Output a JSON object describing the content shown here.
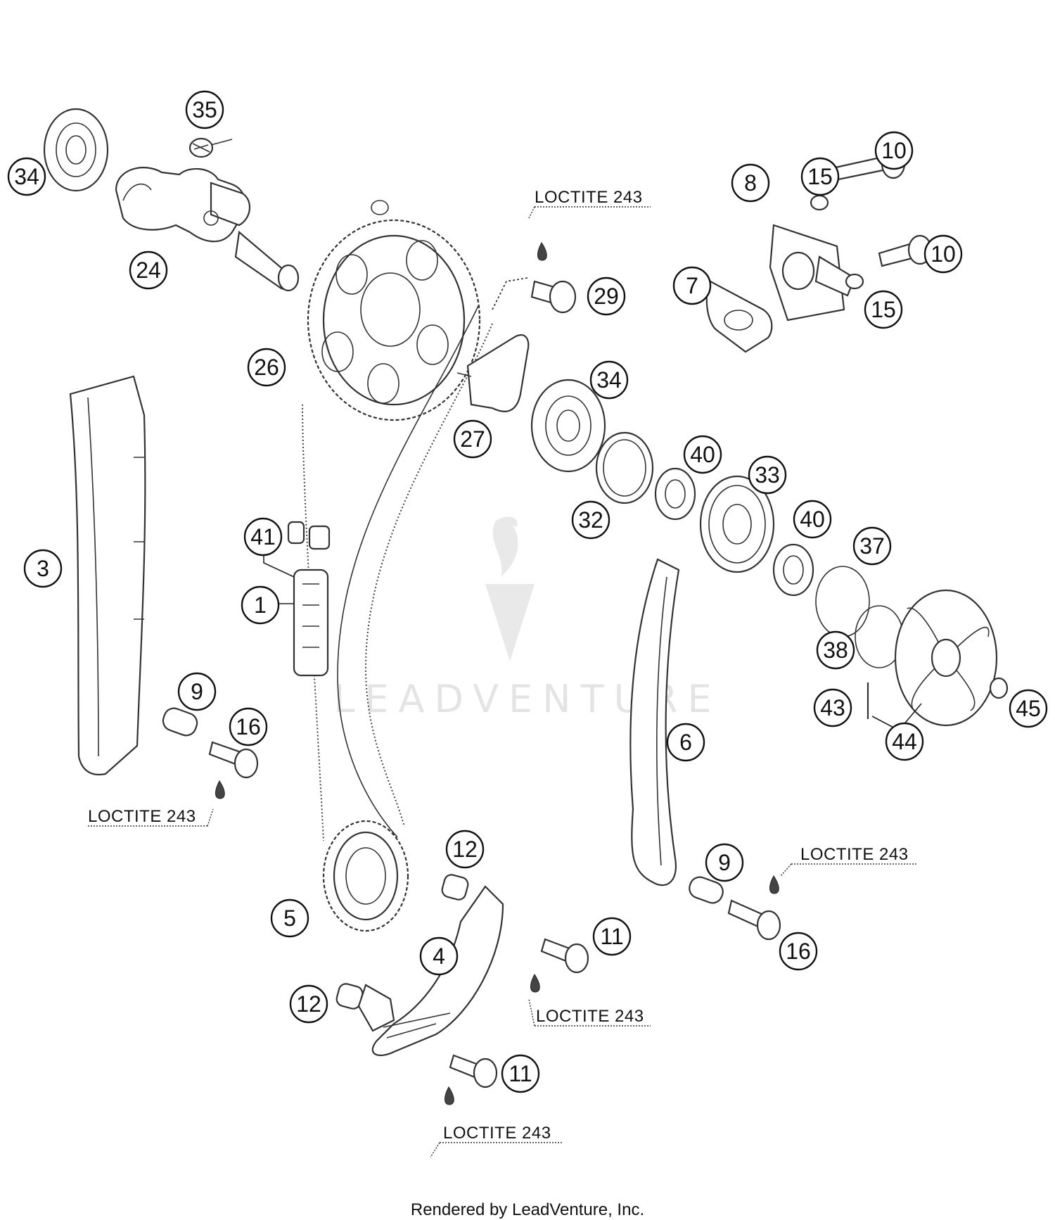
{
  "diagram": {
    "callouts": {
      "c1": "1",
      "c3": "3",
      "c4": "4",
      "c5": "5",
      "c6": "6",
      "c7": "7",
      "c8": "8",
      "c9a": "9",
      "c9b": "9",
      "c10a": "10",
      "c10b": "10",
      "c11a": "11",
      "c11b": "11",
      "c12a": "12",
      "c12b": "12",
      "c15a": "15",
      "c15b": "15",
      "c16a": "16",
      "c16b": "16",
      "c24": "24",
      "c26": "26",
      "c27": "27",
      "c29": "29",
      "c32": "32",
      "c33": "33",
      "c34a": "34",
      "c34b": "34",
      "c35": "35",
      "c37": "37",
      "c38": "38",
      "c40a": "40",
      "c40b": "40",
      "c41": "41",
      "c43": "43",
      "c44": "44",
      "c45": "45"
    },
    "loctite": {
      "top": "LOCTITE 243",
      "left": "LOCTITE 243",
      "right": "LOCTITE 243",
      "mid": "LOCTITE 243",
      "bottom": "LOCTITE 243"
    },
    "watermark": "LEADVENTURE"
  },
  "footer": {
    "text": "Rendered by LeadVenture, Inc."
  }
}
